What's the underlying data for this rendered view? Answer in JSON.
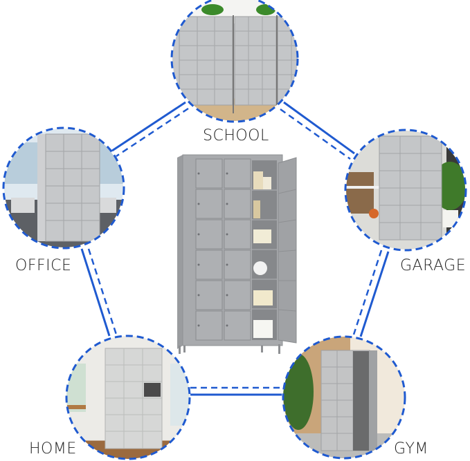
{
  "colors": {
    "accent_blue": "#1f5ad0",
    "background": "#ffffff",
    "locker_gray": "#a9abad",
    "locker_dark": "#8e9093",
    "label_text": "#222222"
  },
  "product": {
    "name": "locker-cabinet",
    "columns": 3,
    "rows": 6,
    "open_column": 3
  },
  "scenes": [
    {
      "id": "school",
      "label": "SCHOOL"
    },
    {
      "id": "office",
      "label": "OFFICE"
    },
    {
      "id": "garage",
      "label": "GARAGE"
    },
    {
      "id": "home",
      "label": "HOME"
    },
    {
      "id": "gym",
      "label": "GYM"
    }
  ]
}
